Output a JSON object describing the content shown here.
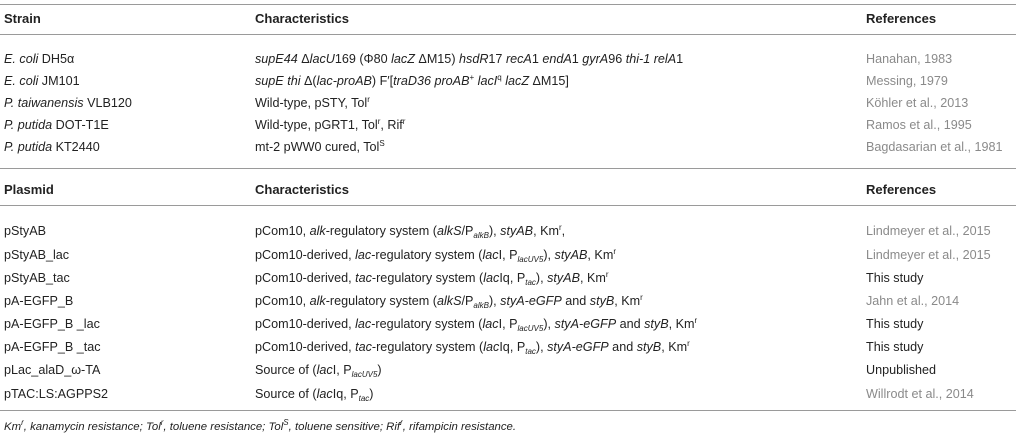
{
  "strain_section": {
    "headers": [
      "Strain",
      "Characteristics",
      "References"
    ],
    "rows": [
      {
        "strain_species": "E. coli",
        "strain_name": "DH5α",
        "char": [
          "supE44 ",
          "Δ",
          "lacU",
          "169 (Φ80 ",
          "lacZ",
          " ΔM15) ",
          "hsdR",
          "17 ",
          "recA",
          "1 ",
          "endA",
          "1 ",
          "gyrA",
          "96 ",
          "thi-1 relA",
          "1"
        ],
        "ref": "Hanahan, 1983"
      },
      {
        "strain_species": "E. coli",
        "strain_name": "JM101",
        "char": [
          "supE thi ",
          "Δ(",
          "lac-proAB",
          ") F′[",
          "traD36 proAB",
          "+",
          " lacI",
          "q",
          " lacZ ",
          "ΔM15]"
        ],
        "ref": "Messing, 1979"
      },
      {
        "strain_species": "P. taiwanensis",
        "strain_name": "VLB120",
        "char": [
          "Wild-type, pSTY, Tol",
          "r"
        ],
        "ref": "Köhler et al., 2013"
      },
      {
        "strain_species": "P. putida",
        "strain_name": "DOT-T1E",
        "char": [
          "Wild-type, pGRT1, Tol",
          "r",
          ", Rif",
          "r"
        ],
        "ref": "Ramos et al., 1995"
      },
      {
        "strain_species": "P. putida",
        "strain_name": "KT2440",
        "char": [
          "mt-2 pWW0 cured, Tol",
          "S"
        ],
        "ref": "Bagdasarian et al., 1981"
      }
    ]
  },
  "plasmid_section": {
    "headers": [
      "Plasmid",
      "Characteristics",
      "References"
    ],
    "rows": [
      {
        "name": "pStyAB",
        "char": [
          "pCom10, ",
          "alk",
          "-regulatory system (",
          "alkS",
          "/P",
          "alkB",
          "), ",
          "styAB",
          ", Km",
          "r",
          ","
        ],
        "ref": "Lindmeyer et al., 2015"
      },
      {
        "name": "pStyAB_lac",
        "char": [
          "pCom10-derived, ",
          "lac",
          "-regulatory system (",
          "lac",
          "I, P",
          "lacUV5",
          "), ",
          "styAB",
          ", Km",
          "r"
        ],
        "ref": "Lindmeyer et al., 2015"
      },
      {
        "name": "pStyAB_tac",
        "char": [
          "pCom10-derived, ",
          "tac",
          "-regulatory system (",
          "lac",
          "Iq, P",
          "tac",
          "), ",
          "styAB",
          ", Km",
          "r"
        ],
        "ref": "This study"
      },
      {
        "name": "pA-EGFP_B",
        "char": [
          "pCom10, ",
          "alk",
          "-regulatory system (",
          "alkS",
          "/P",
          "alkB",
          "), ",
          "styA-eGFP",
          " and ",
          "styB",
          ", Km",
          "r"
        ],
        "ref": "Jahn et al., 2014"
      },
      {
        "name": "pA-EGFP_B _lac",
        "char": [
          "pCom10-derived, ",
          "lac",
          "-regulatory system (",
          "lac",
          "I, P",
          "lacUV5",
          "), ",
          "styA-eGFP",
          " and ",
          "styB",
          ", Km",
          "r"
        ],
        "ref": "This study"
      },
      {
        "name": "pA-EGFP_B _tac",
        "char": [
          "pCom10-derived, ",
          "tac",
          "-regulatory system (",
          "lac",
          "Iq, P",
          "tac",
          "), ",
          "styA-eGFP",
          " and ",
          "styB",
          ", Km",
          "r"
        ],
        "ref": "This study"
      },
      {
        "name": "pLac_alaD_ω-TA",
        "char": [
          "Source of (",
          "lac",
          "I, P",
          "lacUV5",
          ")"
        ],
        "ref": "Unpublished"
      },
      {
        "name": "pTAC:LS:AGPPS2",
        "char": [
          "Source of (",
          "lac",
          "Iq, P",
          "tac",
          ")"
        ],
        "ref": "Willrodt et al., 2014"
      }
    ]
  },
  "footnote": [
    "Km",
    "r",
    ", kanamycin resistance; Tol",
    "r",
    ", toluene resistance; Tol",
    "S",
    ", toluene sensitive; Rif",
    "r",
    ", rifampicin resistance."
  ],
  "colors": {
    "text": "#222222",
    "reference_gray": "#8a8a8a",
    "rule": "#9a9a9a"
  }
}
